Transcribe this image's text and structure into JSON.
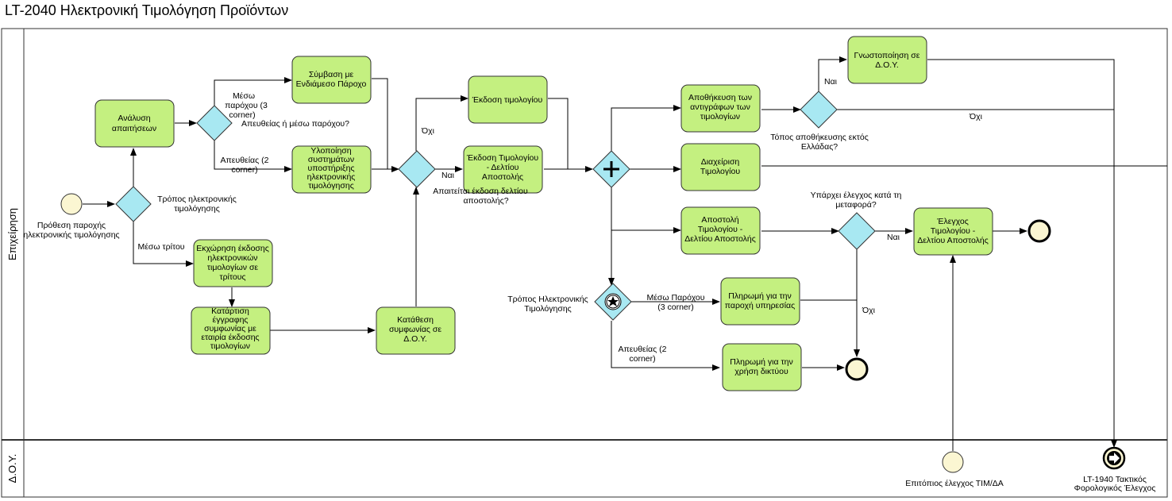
{
  "title": "LT-2040 Ηλεκτρονική Τιμολόγηση Προϊόντων",
  "lanes": {
    "top": "Επιχείρηση",
    "bottom": "Δ.Ο.Υ."
  },
  "tasks": {
    "analysis": [
      "Ανάλυση",
      "απαιτήσεων"
    ],
    "contract": [
      "Σύμβαση με",
      "Ενδιάμεσο Πάροχο"
    ],
    "implement": [
      "Υλοποίηση",
      "συστημάτων",
      "υποστήριξης",
      "ηλεκτρονικής",
      "τιμολόγησης"
    ],
    "outsource": [
      "Εκχώρηση έκδοσης",
      "ηλεκτρονικών",
      "τιμολογίων σε",
      "τρίτους"
    ],
    "agreement": [
      "Κατάρτιση",
      "έγγραφης",
      "συμφωνίας με",
      "εταιρία έκδοσης",
      "τιμολογίων"
    ],
    "submit": [
      "Κατάθεση",
      "συμφωνίας σε",
      "Δ.Ο.Υ."
    ],
    "issue_invoice": [
      "Έκδοση τιμολογίου"
    ],
    "issue_invoice_note": [
      "Έκδοση Τιμολογίου",
      "- Δελτίου",
      "Αποστολής"
    ],
    "store_copies": [
      "Αποθήκευση των",
      "αντιγράφων των",
      "τιμολογίων"
    ],
    "notify": [
      "Γνωστοποίηση σε",
      "Δ.Ο.Υ."
    ],
    "manage": [
      "Διαχείριση",
      "Τιμολογίου"
    ],
    "send": [
      "Αποστολή",
      "Τιμολογίου -",
      "Δελτίου Αποστολής"
    ],
    "pay_service": [
      "Πληρωμή για την",
      "παροχή υπηρεσίας"
    ],
    "pay_network": [
      "Πληρωμή για την",
      "χρήση δικτύου"
    ],
    "check": [
      "Έλεγχος",
      "Τιμολογίου -",
      "Δελτίου Αποστολής"
    ]
  },
  "labels": {
    "start_event": [
      "Πρόθεση παροχής",
      "ηλεκτρονικής τιμολόγησης"
    ],
    "gw_mode": [
      "Τρόπος ηλεκτρονικής",
      "τιμολόγησης"
    ],
    "via_third": [
      "Μέσω τρίτου"
    ],
    "via_provider": [
      "Μέσω",
      "παρόχου (3",
      "corner)"
    ],
    "direct_or_provider": [
      "Απευθείας ή μέσω παρόχου?"
    ],
    "direct_2corner": [
      "Απευθείας (2",
      "corner)"
    ],
    "no1": [
      "Όχι"
    ],
    "yes1": [
      "Ναι"
    ],
    "note_required": [
      "Απαιτείται έκδοση δελτίου",
      "αποστολής?"
    ],
    "storage_outside": [
      "Τόπος αποθήκευσης εκτός",
      "Ελλάδας?"
    ],
    "yes2": [
      "Ναι"
    ],
    "no2": [
      "Όχι"
    ],
    "transport_check": [
      "Υπάρχει έλεγχος κατά τη",
      "μεταφορά?"
    ],
    "yes3": [
      "Ναι"
    ],
    "no3": [
      "Όχι"
    ],
    "gw_mode2": [
      "Τρόπος Ηλεκτρονικής",
      "Τιμολόγησης"
    ],
    "via_provider2": [
      "Μέσω Παρόχου",
      "(3 corner)"
    ],
    "direct2": [
      "Απευθείας (2",
      "corner)"
    ],
    "onsite_check": [
      "Επιτόπιος έλεγχος ΤΙΜ/ΔΑ"
    ],
    "link_event": [
      "LT-1940 Τακτικός",
      "Φορολογικός Έλεγχος"
    ]
  },
  "colors": {
    "task_fill": "#c4f080",
    "gateway_fill": "#a8e8f2",
    "event_fill": "#fbf6d2"
  }
}
